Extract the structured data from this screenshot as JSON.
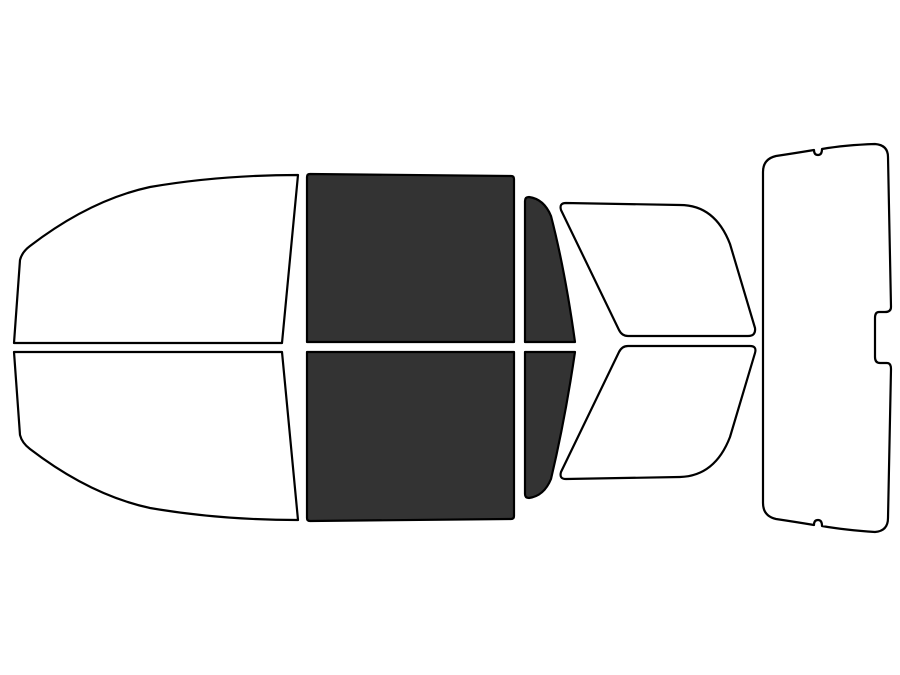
{
  "colors": {
    "background": "#ffffff",
    "outline": "#000000",
    "tinted": "#333333",
    "untinted": "#ffffff"
  },
  "panels": [
    {
      "id": "front-windshield-top",
      "tinted": false
    },
    {
      "id": "front-windshield-bottom",
      "tinted": false
    },
    {
      "id": "front-door-window-top",
      "tinted": true
    },
    {
      "id": "front-door-window-bottom",
      "tinted": true
    },
    {
      "id": "vent-window-top",
      "tinted": true
    },
    {
      "id": "vent-window-bottom",
      "tinted": true
    },
    {
      "id": "rear-door-window-top",
      "tinted": false
    },
    {
      "id": "rear-door-window-bottom",
      "tinted": false
    },
    {
      "id": "rear-window",
      "tinted": false
    }
  ]
}
